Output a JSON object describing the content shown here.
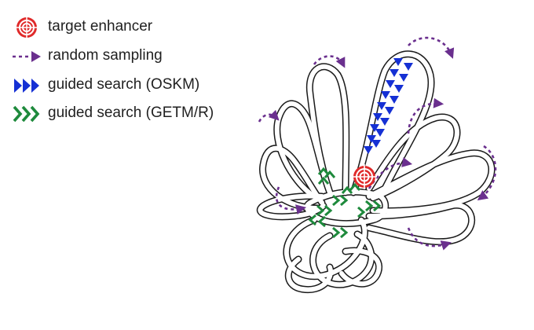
{
  "colors": {
    "target": "#e02a2a",
    "random": "#6a2f8e",
    "oskm": "#1530d4",
    "getmr": "#1e8a3c",
    "outline": "#1a1a1a"
  },
  "legend": {
    "items": [
      {
        "icon": "target-icon",
        "label": "target enhancer"
      },
      {
        "icon": "dashed-arrow-icon",
        "label": "random sampling"
      },
      {
        "icon": "blue-chevrons-icon",
        "label": "guided search (OSKM)"
      },
      {
        "icon": "green-chevrons-icon",
        "label": "guided search (GETM/R)"
      }
    ]
  }
}
